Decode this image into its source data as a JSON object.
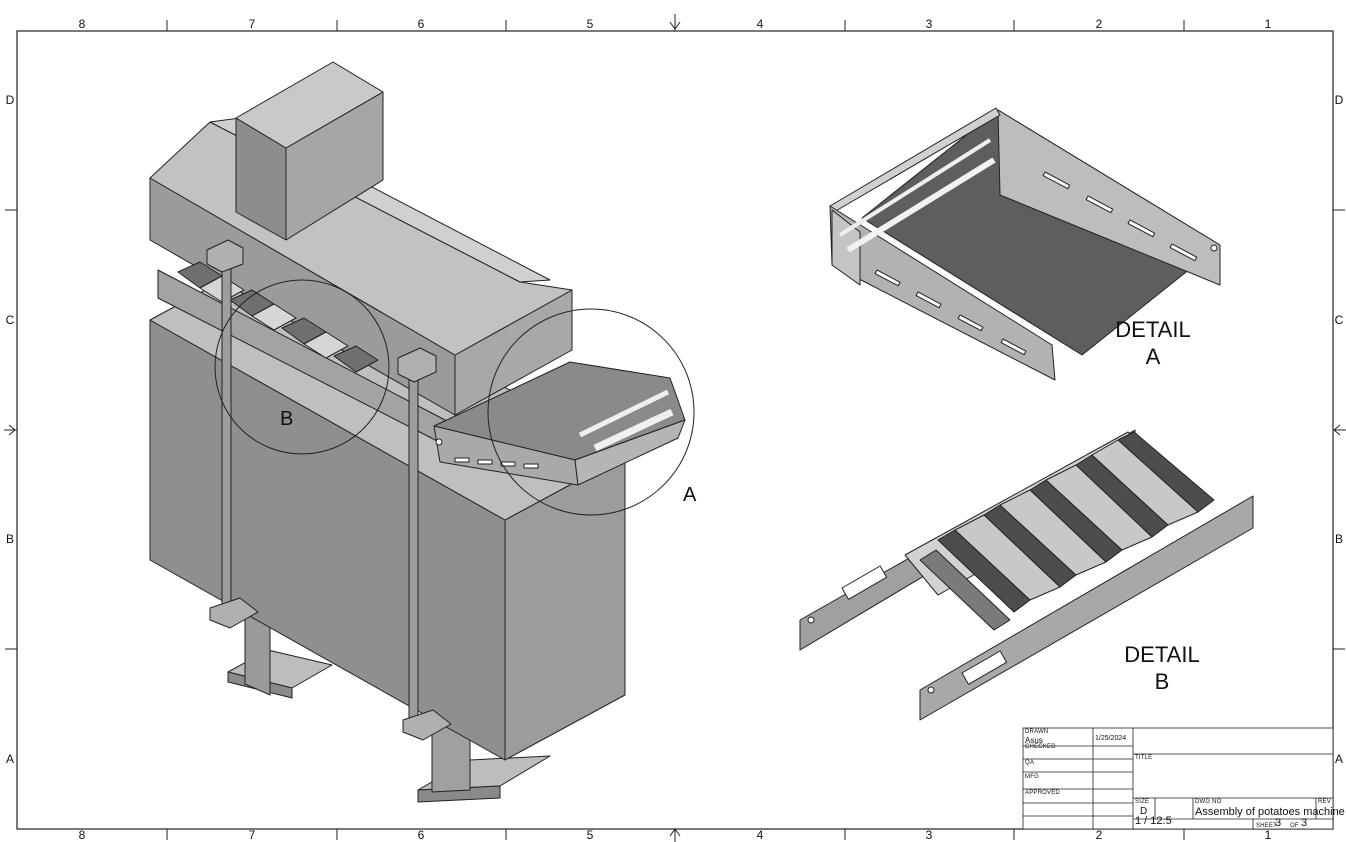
{
  "border": {
    "columns_top": [
      "8",
      "7",
      "6",
      "5",
      "4",
      "3",
      "2",
      "1"
    ],
    "columns_bottom": [
      "8",
      "7",
      "6",
      "5",
      "4",
      "3",
      "2",
      "1"
    ],
    "rows_left": [
      "D",
      "C",
      "B",
      "A"
    ],
    "rows_right": [
      "D",
      "C",
      "B",
      "A"
    ]
  },
  "views": {
    "circle_a_label": "A",
    "circle_b_label": "B",
    "detail_a_line1": "DETAIL",
    "detail_a_line2": "A",
    "detail_b_line1": "DETAIL",
    "detail_b_line2": "B"
  },
  "title_block": {
    "drawn_label": "DRAWN",
    "drawn_by": "Asus",
    "drawn_date": "1/25/2024",
    "checked_label": "CHECKED",
    "qa_label": "QA",
    "mfg_label": "MFG",
    "approved_label": "APPROVED",
    "title_label": "TITLE",
    "size_label": "SIZE",
    "size_value": "D",
    "dwg_no_label": "DWG NO",
    "dwg_no_value": "Assembly of potatoes machine",
    "rev_label": "REV",
    "scale_value": "1 / 12.5",
    "sheet_label": "SHEET",
    "sheet_value": "3",
    "of_label": "OF",
    "of_value": "3"
  }
}
